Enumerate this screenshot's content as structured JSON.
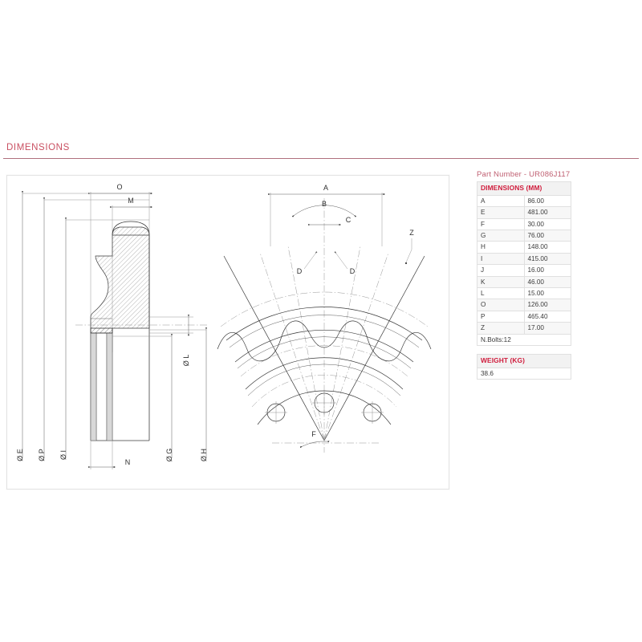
{
  "section": {
    "title": "DIMENSIONS"
  },
  "spec": {
    "part_number_label": "Part Number - UR086J117",
    "dimensions_header": "DIMENSIONS (MM)",
    "rows": [
      {
        "key": "A",
        "value": "86.00"
      },
      {
        "key": "E",
        "value": "481.00"
      },
      {
        "key": "F",
        "value": "30.00"
      },
      {
        "key": "G",
        "value": "76.00"
      },
      {
        "key": "H",
        "value": "148.00"
      },
      {
        "key": "I",
        "value": "415.00"
      },
      {
        "key": "J",
        "value": "16.00"
      },
      {
        "key": "K",
        "value": "46.00"
      },
      {
        "key": "L",
        "value": "15.00"
      },
      {
        "key": "O",
        "value": "126.00"
      },
      {
        "key": "P",
        "value": "465.40"
      },
      {
        "key": "Z",
        "value": "17.00"
      }
    ],
    "bolts_row": "N.Bolts:12",
    "weight_header": "WEIGHT (KG)",
    "weight_value": "38.6"
  },
  "drawing": {
    "side_view": {
      "labels": {
        "o": "O",
        "m": "M",
        "n": "N",
        "dia_e": "Ø E",
        "dia_p": "Ø P",
        "dia_i": "Ø I",
        "dia_g": "Ø G",
        "dia_h": "Ø H",
        "dia_l": "Ø L"
      }
    },
    "sector_view": {
      "labels": {
        "a": "A",
        "b": "B",
        "c": "C",
        "d_left": "D",
        "d_right": "D",
        "z": "Z",
        "f": "F"
      }
    }
  },
  "colors": {
    "accent": "#c94f61",
    "table_header_text": "#d01c3c",
    "rule": "#b0707d",
    "line": "#3a3a3a"
  }
}
